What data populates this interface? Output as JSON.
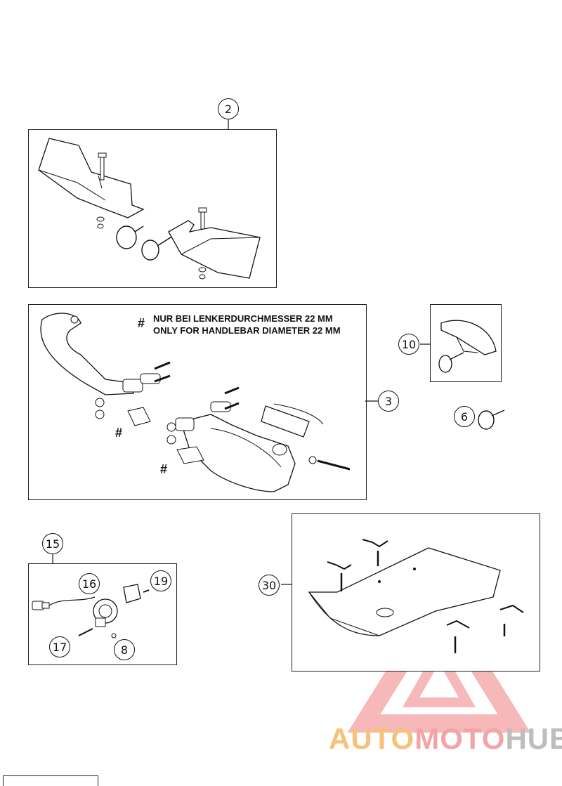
{
  "callouts": {
    "c2": "2",
    "c3": "3",
    "c6": "6",
    "c8": "8",
    "c10": "10",
    "c15": "15",
    "c16": "16",
    "c17": "17",
    "c19": "19",
    "c30": "30"
  },
  "note": {
    "line1": "NUR BEI LENKERDURCHMESSER 22 MM",
    "line2": "ONLY FOR HANDLEBAR DIAMETER 22 MM",
    "hash": "#"
  },
  "watermark": {
    "auto": "AUTO",
    "moto": "MOTO",
    "hub": "HUB",
    "colors": {
      "auto": "#f5c27a",
      "moto": "#f3a4a4",
      "hub": "#bdbdbd",
      "triangle": "#f08080"
    }
  },
  "footer": {
    "code": ""
  }
}
